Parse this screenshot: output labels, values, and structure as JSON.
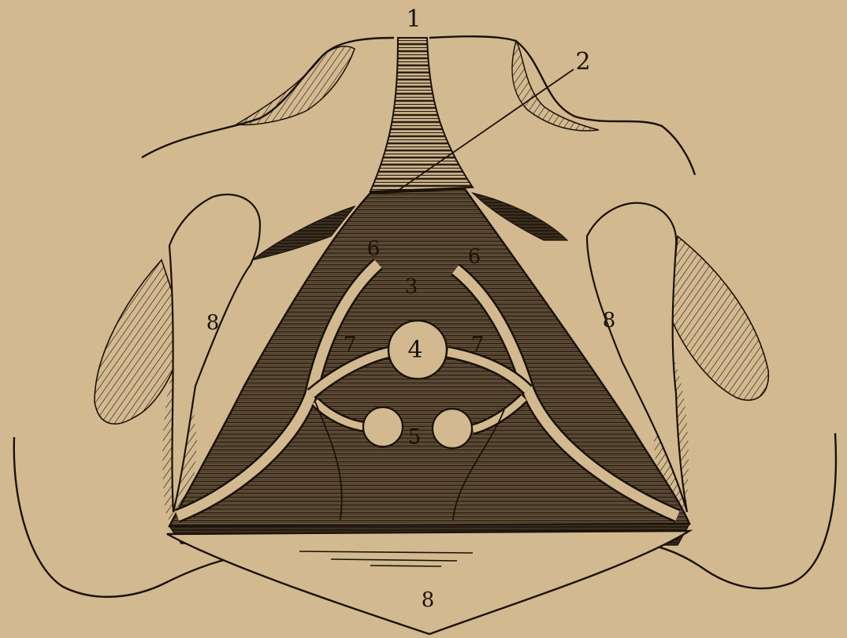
{
  "figure": {
    "paper_color": "#d2b98f",
    "ink_color": "#1a1208",
    "tissue_fill": "#5b4a36",
    "labels": {
      "l1": "1",
      "l2": "2",
      "l3": "3",
      "l4": "4",
      "l5": "5",
      "l6_left": "6",
      "l6_right": "6",
      "l7_left": "7",
      "l7_right": "7",
      "l8_left": "8",
      "l8_right": "8",
      "l8_bottom": "8"
    }
  }
}
